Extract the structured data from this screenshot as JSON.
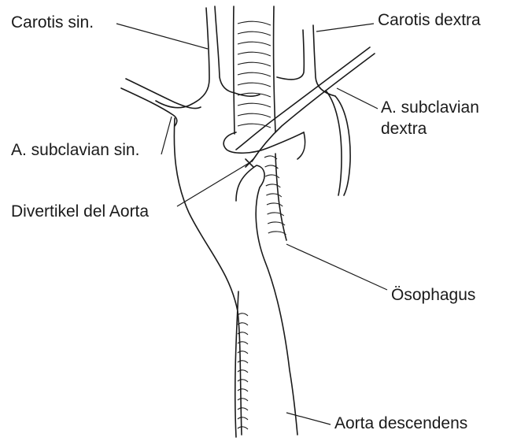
{
  "labels": {
    "carotis_sin": "Carotis sin.",
    "carotis_dextra": "Carotis dextra",
    "subclavian_dextra_line1": "A. subclavian",
    "subclavian_dextra_line2": "dextra",
    "subclavian_sin": "A. subclavian sin.",
    "divertikel": "Divertikel del Aorta",
    "oesophagus": "Ösophagus",
    "aorta_descendens": "Aorta descendens"
  },
  "colors": {
    "line": "#1a1a1a",
    "background": "#ffffff"
  }
}
